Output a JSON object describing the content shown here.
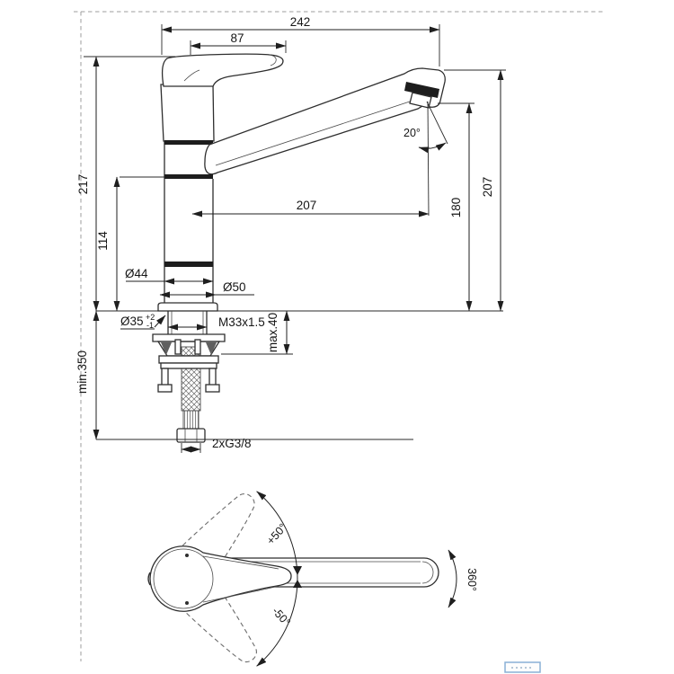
{
  "side_view": {
    "dimensions": {
      "overall_length": "242",
      "handle_length": "87",
      "total_height": "217",
      "body_height": "114",
      "spout_reach": "207",
      "outlet_height": "180",
      "spout_top_height": "207"
    },
    "annotations": {
      "spout_angle": "20°",
      "body_diameter": "Ø44",
      "base_diameter": "Ø50",
      "hole_diameter": "Ø35",
      "hole_tolerance_plus": "+2",
      "hole_tolerance_minus": "-1",
      "thread_size": "M33x1.5",
      "counter_thickness_max": "max.40",
      "hose_clearance_min": "min.350",
      "supply_connection": "2xG3/8"
    }
  },
  "top_view": {
    "rotation": {
      "handle_open": "+50°",
      "handle_close": "-50°",
      "spout_swivel": "360°"
    }
  },
  "colors": {
    "line": "#2e2e2e",
    "logo_frame": "#8ab0d6"
  }
}
